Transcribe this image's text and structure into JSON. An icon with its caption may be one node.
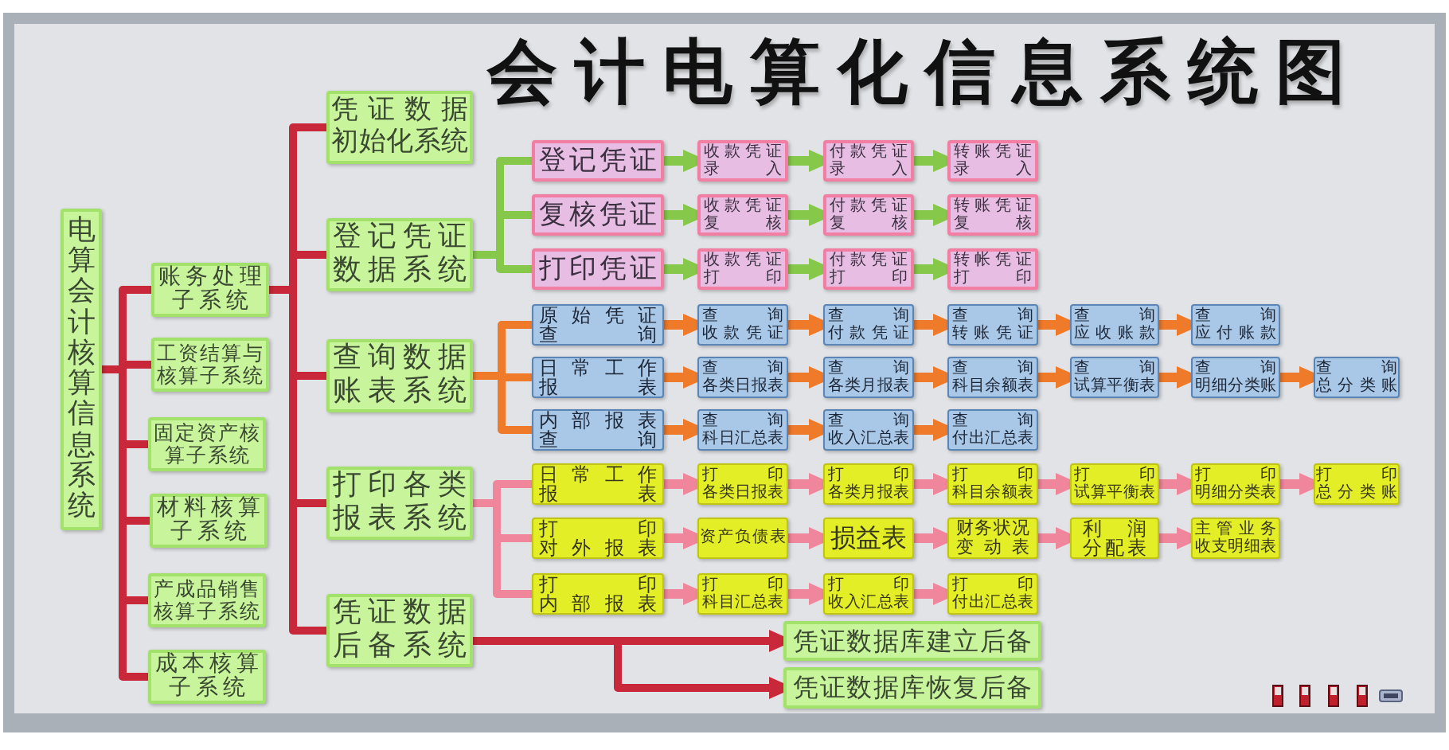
{
  "diagram": {
    "title": "会计电算化信息系统图",
    "nodes": [
      {
        "text": [
          "电算会计核算信息系统"
        ]
      },
      {
        "text": [
          "账务处理子系统"
        ]
      },
      {
        "text": [
          "工资结算与核算子系统"
        ]
      },
      {
        "text": [
          "固定资产核算子系统"
        ]
      },
      {
        "text": [
          "材料核算子系统"
        ]
      },
      {
        "text": [
          "产成品销售核算子系统"
        ]
      },
      {
        "text": [
          "成本核算子系统"
        ]
      },
      {
        "text": [
          "凭证数据初始化系统"
        ]
      },
      {
        "text": [
          "登记凭证数据系统"
        ]
      },
      {
        "text": [
          "查询数据账表系统"
        ]
      },
      {
        "text": [
          "打印各类报表系统"
        ]
      },
      {
        "text": [
          "凭证数据后备系统"
        ]
      },
      {
        "text": [
          "登记凭证"
        ]
      },
      {
        "text": [
          "收款凭证录入"
        ]
      },
      {
        "text": [
          "付款凭证录入"
        ]
      },
      {
        "text": [
          "转账凭证录入"
        ]
      },
      {
        "text": [
          "复核凭证"
        ]
      },
      {
        "text": [
          "收款凭证复核"
        ]
      },
      {
        "text": [
          "付款凭证复核"
        ]
      },
      {
        "text": [
          "转账凭证复核"
        ]
      },
      {
        "text": [
          "打印凭证"
        ]
      },
      {
        "text": [
          "收款凭证打印"
        ]
      },
      {
        "text": [
          "付款凭证打印"
        ]
      },
      {
        "text": [
          "转帐凭证打印"
        ]
      },
      {
        "text": [
          "原始凭证查询"
        ]
      },
      {
        "text": [
          "查询收款凭证"
        ]
      },
      {
        "text": [
          "查询付款凭证"
        ]
      },
      {
        "text": [
          "查询转账凭证"
        ]
      },
      {
        "text": [
          "查询应收账款"
        ]
      },
      {
        "text": [
          "查询应付账款"
        ]
      },
      {
        "text": [
          "日常工作报表"
        ]
      },
      {
        "text": [
          "查询各类日报表"
        ]
      },
      {
        "text": [
          "查询各类月报表"
        ]
      },
      {
        "text": [
          "查询科目余额表"
        ]
      },
      {
        "text": [
          "查询试算平衡表"
        ]
      },
      {
        "text": [
          "查询明细分类账"
        ]
      },
      {
        "text": [
          "查询总分类账"
        ]
      },
      {
        "text": [
          "内部报表查询"
        ]
      },
      {
        "text": [
          "查询科日汇总表"
        ]
      },
      {
        "text": [
          "查询收入汇总表"
        ]
      },
      {
        "text": [
          "查询付出汇总表"
        ]
      },
      {
        "text": [
          "日常工作报表"
        ]
      },
      {
        "text": [
          "打印各类日报表"
        ]
      },
      {
        "text": [
          "打印各类月报表"
        ]
      },
      {
        "text": [
          "打印科目余额表"
        ]
      },
      {
        "text": [
          "打印试算平衡表"
        ]
      },
      {
        "text": [
          "打印明细分类表"
        ]
      },
      {
        "text": [
          "打印总分类账"
        ]
      },
      {
        "text": [
          "打印对外报表"
        ]
      },
      {
        "text": [
          "资产负债表"
        ]
      },
      {
        "text": [
          "损益表"
        ]
      },
      {
        "text": [
          "财务状况变动表"
        ]
      },
      {
        "text": [
          "利润分配表"
        ]
      },
      {
        "text": [
          "主管业务收支明细表"
        ]
      },
      {
        "text": [
          "打印内部报表"
        ]
      },
      {
        "text": [
          "打印科目汇总表"
        ]
      },
      {
        "text": [
          "打印收入汇总表"
        ]
      },
      {
        "text": [
          "打印付出汇总表"
        ]
      },
      {
        "text": [
          "凭证数据库建立后备"
        ]
      },
      {
        "text": [
          "凭证数据库恢复后备"
        ]
      }
    ],
    "edges": [
      {
        "from": 0,
        "to": 1,
        "arrow": "none",
        "color": "#c8283a"
      },
      {
        "from": 0,
        "to": 2,
        "arrow": "none",
        "color": "#c8283a"
      },
      {
        "from": 0,
        "to": 3,
        "arrow": "none",
        "color": "#c8283a"
      },
      {
        "from": 0,
        "to": 4,
        "arrow": "none",
        "color": "#c8283a"
      },
      {
        "from": 0,
        "to": 5,
        "arrow": "none",
        "color": "#c8283a"
      },
      {
        "from": 0,
        "to": 6,
        "arrow": "none",
        "color": "#c8283a"
      },
      {
        "from": 1,
        "to": 7,
        "arrow": "none",
        "color": "#c8283a"
      },
      {
        "from": 1,
        "to": 8,
        "arrow": "none",
        "color": "#c8283a"
      },
      {
        "from": 1,
        "to": 9,
        "arrow": "none",
        "color": "#c8283a"
      },
      {
        "from": 1,
        "to": 10,
        "arrow": "none",
        "color": "#c8283a"
      },
      {
        "from": 1,
        "to": 11,
        "arrow": "none",
        "color": "#c8283a"
      },
      {
        "from": 8,
        "to": 12,
        "arrow": "none",
        "color": "#86c84a"
      },
      {
        "from": 8,
        "to": 16,
        "arrow": "none",
        "color": "#86c84a"
      },
      {
        "from": 8,
        "to": 20,
        "arrow": "none",
        "color": "#86c84a"
      },
      {
        "from": 12,
        "to": 13,
        "arrow": "to",
        "color": "#86c84a"
      },
      {
        "from": 13,
        "to": 14,
        "arrow": "to",
        "color": "#86c84a"
      },
      {
        "from": 14,
        "to": 15,
        "arrow": "to",
        "color": "#86c84a"
      },
      {
        "from": 16,
        "to": 17,
        "arrow": "to",
        "color": "#86c84a"
      },
      {
        "from": 17,
        "to": 18,
        "arrow": "to",
        "color": "#86c84a"
      },
      {
        "from": 18,
        "to": 19,
        "arrow": "to",
        "color": "#86c84a"
      },
      {
        "from": 20,
        "to": 21,
        "arrow": "to",
        "color": "#86c84a"
      },
      {
        "from": 21,
        "to": 22,
        "arrow": "to",
        "color": "#86c84a"
      },
      {
        "from": 22,
        "to": 23,
        "arrow": "to",
        "color": "#86c84a"
      },
      {
        "from": 9,
        "to": 24,
        "arrow": "none"
      },
      {
        "from": 9,
        "to": 30,
        "arrow": "none"
      },
      {
        "from": 9,
        "to": 37,
        "arrow": "none"
      },
      {
        "from": 24,
        "to": 25,
        "arrow": "to"
      },
      {
        "from": 25,
        "to": 26,
        "arrow": "to"
      },
      {
        "from": 26,
        "to": 27,
        "arrow": "to"
      },
      {
        "from": 27,
        "to": 28,
        "arrow": "to"
      },
      {
        "from": 28,
        "to": 29,
        "arrow": "to"
      },
      {
        "from": 30,
        "to": 31,
        "arrow": "to"
      },
      {
        "from": 31,
        "to": 32,
        "arrow": "to"
      },
      {
        "from": 32,
        "to": 33,
        "arrow": "to"
      },
      {
        "from": 33,
        "to": 34,
        "arrow": "to"
      },
      {
        "from": 34,
        "to": 35,
        "arrow": "to"
      },
      {
        "from": 35,
        "to": 36,
        "arrow": "to"
      },
      {
        "from": 37,
        "to": 38,
        "arrow": "to"
      },
      {
        "from": 38,
        "to": 39,
        "arrow": "to"
      },
      {
        "from": 39,
        "to": 40,
        "arrow": "to"
      },
      {
        "from": 10,
        "to": 41,
        "arrow": "none",
        "color": "#f0869c"
      },
      {
        "from": 10,
        "to": 48,
        "arrow": "none",
        "color": "#f0869c"
      },
      {
        "from": 10,
        "to": 54,
        "arrow": "none",
        "color": "#f0869c"
      },
      {
        "from": 41,
        "to": 42,
        "arrow": "to",
        "color": "#f0869c"
      },
      {
        "from": 42,
        "to": 43,
        "arrow": "to",
        "color": "#f0869c"
      },
      {
        "from": 43,
        "to": 44,
        "arrow": "to",
        "color": "#f0869c"
      },
      {
        "from": 44,
        "to": 45,
        "arrow": "to",
        "color": "#f0869c"
      },
      {
        "from": 45,
        "to": 46,
        "arrow": "to",
        "color": "#f0869c"
      },
      {
        "from": 46,
        "to": 47,
        "arrow": "to",
        "color": "#f0869c"
      },
      {
        "from": 48,
        "to": 49,
        "arrow": "to",
        "color": "#f0869c"
      },
      {
        "from": 49,
        "to": 50,
        "arrow": "to",
        "color": "#f0869c"
      },
      {
        "from": 50,
        "to": 51,
        "arrow": "to",
        "color": "#f0869c"
      },
      {
        "from": 51,
        "to": 52,
        "arrow": "to",
        "color": "#f0869c"
      },
      {
        "from": 52,
        "to": 53,
        "arrow": "to",
        "color": "#f0869c"
      },
      {
        "from": 54,
        "to": 55,
        "arrow": "to",
        "color": "#f0869c"
      },
      {
        "from": 55,
        "to": 56,
        "arrow": "to",
        "color": "#f0869c"
      },
      {
        "from": 56,
        "to": 57,
        "arrow": "to",
        "color": "#f0869c"
      },
      {
        "from": 11,
        "to": 58,
        "arrow": "to",
        "color": "#c8283a"
      },
      {
        "from": 11,
        "to": 59,
        "arrow": "to",
        "color": "#c8283a"
      }
    ]
  }
}
